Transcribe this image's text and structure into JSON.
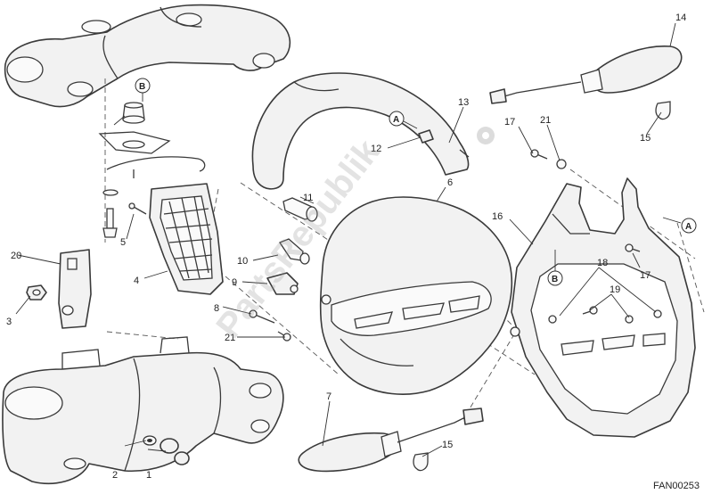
{
  "watermark": "PartsRepublik",
  "drawing_code": "FAN00253",
  "callouts": [
    "1",
    "2",
    "3",
    "4",
    "5",
    "6",
    "7",
    "8",
    "9",
    "10",
    "11",
    "12",
    "13",
    "14",
    "15",
    "15",
    "16",
    "17",
    "17",
    "18",
    "19",
    "20",
    "21",
    "21"
  ],
  "references": [
    "A",
    "A",
    "B",
    "B"
  ]
}
